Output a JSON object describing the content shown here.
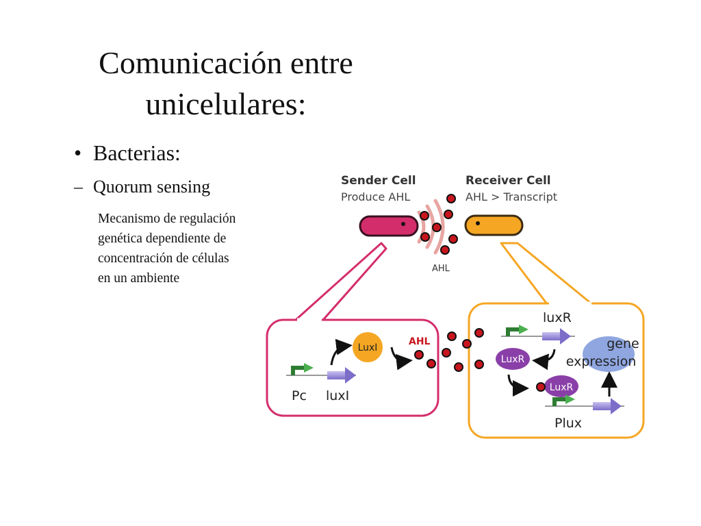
{
  "slide": {
    "title_line1": "Comunicación entre",
    "title_line2": "unicelulares:",
    "bullet_symbol": "•",
    "bullet": "Bacterias:",
    "subbullet_symbol": "–",
    "subbullet": "Quorum sensing",
    "description_lines": [
      "Mecanismo de regulación",
      "genética dependiente de",
      "concentración de células",
      "en un ambiente"
    ]
  },
  "diagram": {
    "sender_title": "Sender Cell",
    "sender_subtitle": "Produce AHL",
    "receiver_title": "Receiver Cell",
    "receiver_subtitle": "AHL > Transcript",
    "ahl_top": "AHL",
    "ahl_panel": "AHL",
    "luxi_protein": "LuxI",
    "pc_label": "Pc",
    "luxi_gene": "luxI",
    "luxr_gene": "luxR",
    "luxr_protein": "LuxR",
    "luxr_bound": "LuxR",
    "gene_expression_line1": "gene",
    "gene_expression_line2": "expression",
    "plux_label": "Plux",
    "colors": {
      "sender": "#d42d6b",
      "receiver": "#f5a623",
      "ahl": "#c8161e",
      "luxr": "#8a3fa8",
      "promoter": "#4caf50",
      "gene": "#8c7ed6",
      "expression": "#8fa6e0"
    }
  }
}
